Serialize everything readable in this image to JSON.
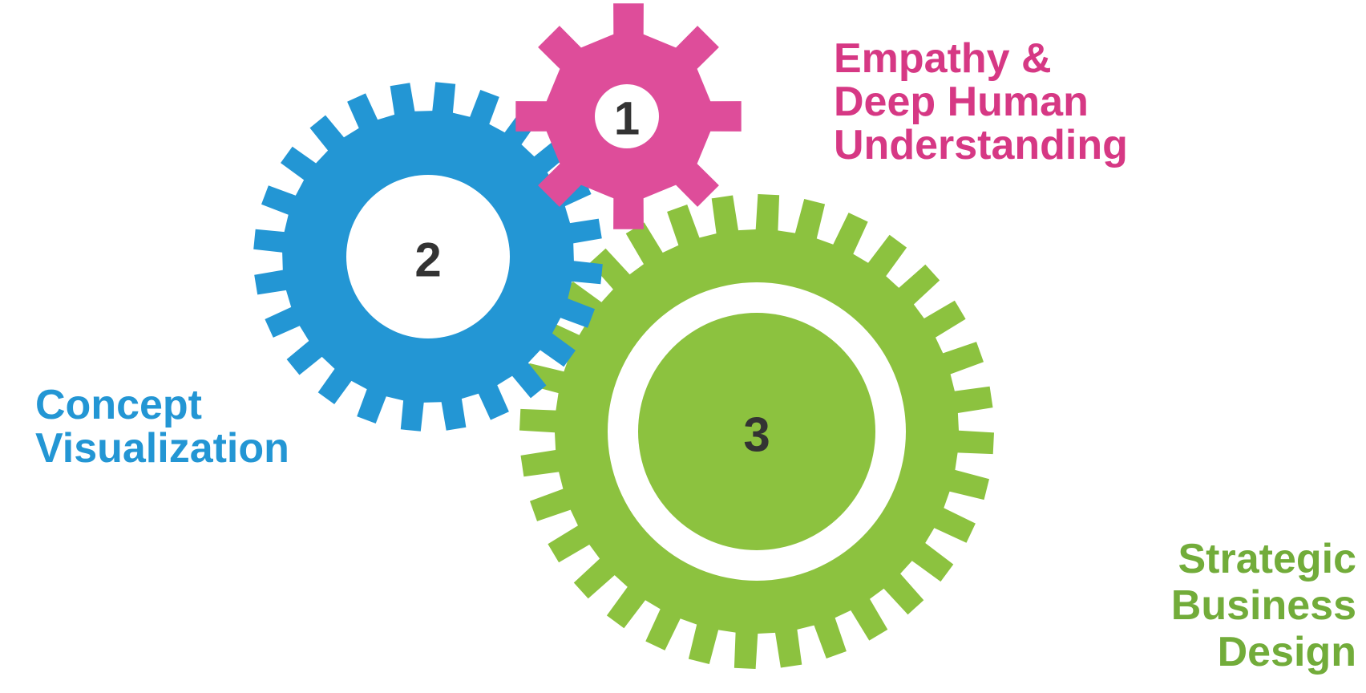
{
  "colors": {
    "gear_1": "#de4d9a",
    "gear_2": "#2396d4",
    "gear_3": "#8cc23f",
    "label_1": "#d63884",
    "label_2": "#2396d4",
    "label_3": "#72ac3a",
    "number": "#333333",
    "hub": "#ffffff"
  },
  "gears": [
    {
      "number": "1",
      "label_lines": [
        "Empathy &",
        "Deep Human",
        "Understanding"
      ]
    },
    {
      "number": "2",
      "label_lines": [
        "Concept",
        "Visualization"
      ]
    },
    {
      "number": "3",
      "label_lines": [
        "Strategic",
        "Business",
        "Design"
      ]
    }
  ]
}
